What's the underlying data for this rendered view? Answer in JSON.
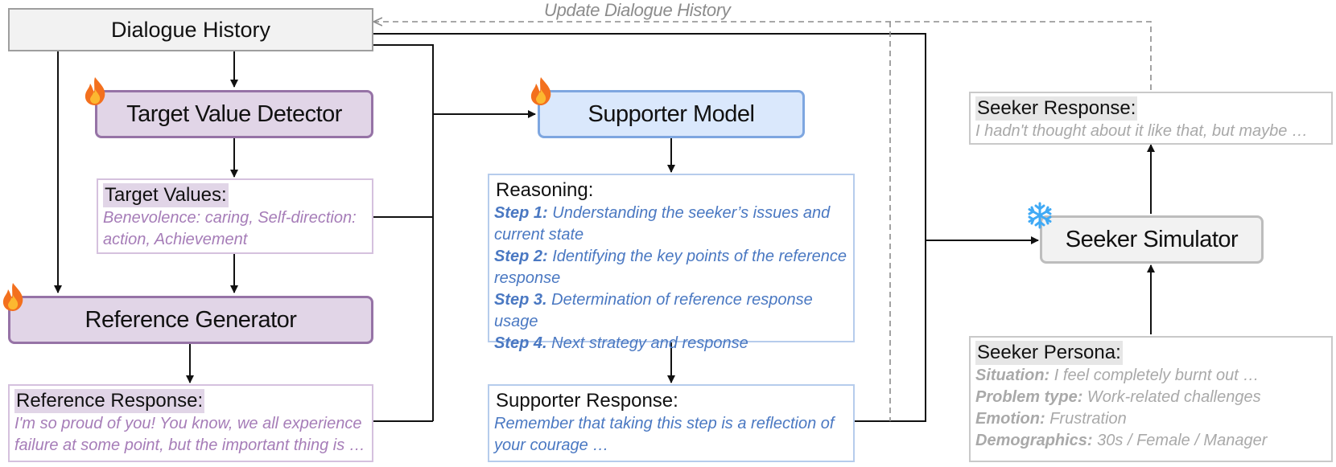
{
  "history": {
    "label": "Dialogue History"
  },
  "update_label": "Update Dialogue History",
  "target_detector": {
    "label": "Target Value Detector"
  },
  "target_values": {
    "heading": "Target Values:",
    "text": "Benevolence: caring, Self-direction: action, Achievement"
  },
  "reference_generator": {
    "label": "Reference Generator"
  },
  "reference_response": {
    "heading": "Reference Response:",
    "text": "I'm so proud of you! You know, we all experience failure at some point, but the important thing is …"
  },
  "supporter_model": {
    "label": "Supporter Model"
  },
  "reasoning": {
    "heading": "Reasoning:",
    "steps": [
      {
        "label": "Step 1:",
        "text": "Understanding the seeker’s issues and current state"
      },
      {
        "label": "Step 2:",
        "text": "Identifying the key points of the reference response"
      },
      {
        "label": "Step 3.",
        "text": "Determination of reference response usage"
      },
      {
        "label": "Step 4.",
        "text": "Next strategy and response"
      }
    ]
  },
  "supporter_response": {
    "heading": "Supporter Response:",
    "text": "Remember that taking this step is a reflection of your courage …"
  },
  "seeker_response": {
    "heading": "Seeker Response:",
    "text": "I hadn't thought about it like that, but maybe …"
  },
  "seeker_simulator": {
    "label": "Seeker Simulator"
  },
  "seeker_persona": {
    "heading": "Seeker Persona:",
    "items": [
      {
        "label": "Situation:",
        "value": "I feel completely burnt out …"
      },
      {
        "label": "Problem type:",
        "value": "Work-related challenges"
      },
      {
        "label": "Emotion:",
        "value": "Frustration"
      },
      {
        "label": "Demographics:",
        "value": "30s / Female / Manager"
      }
    ]
  },
  "icons": {
    "trainable": "flame-icon",
    "frozen": "snowflake-icon"
  },
  "colors": {
    "purple_fill": "#e1d5e7",
    "purple_border": "#9673a6",
    "purple_text": "#a67db8",
    "blue_fill": "#dae8fc",
    "blue_border": "#7ea6e0",
    "blue_text": "#4a78c2",
    "gray_fill": "#f2f2f2",
    "gray_text": "#a9a9a9"
  }
}
